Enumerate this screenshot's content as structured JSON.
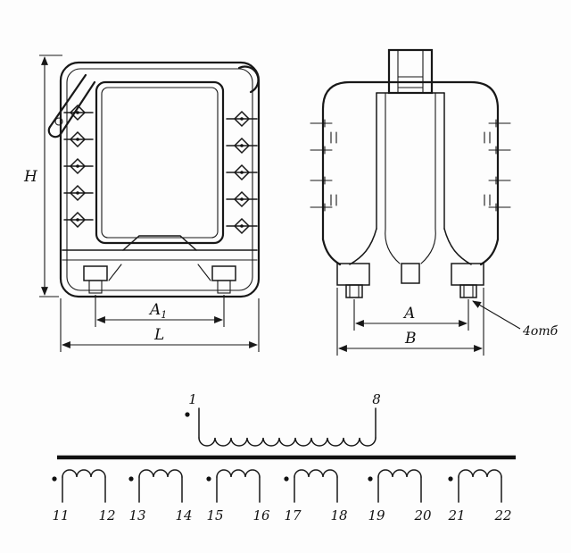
{
  "front_view": {
    "dim_height": "H",
    "dim_a1_base": "A",
    "dim_a1_sub": "1",
    "dim_length": "L"
  },
  "side_view": {
    "dim_a": "A",
    "dim_b": "B",
    "holes_note": "4отб"
  },
  "schematic": {
    "primary": {
      "start": "1",
      "end": "8"
    },
    "secondaries": [
      {
        "start": "11",
        "end": "12"
      },
      {
        "start": "13",
        "end": "14"
      },
      {
        "start": "15",
        "end": "16"
      },
      {
        "start": "17",
        "end": "18"
      },
      {
        "start": "19",
        "end": "20"
      },
      {
        "start": "21",
        "end": "22"
      }
    ]
  }
}
